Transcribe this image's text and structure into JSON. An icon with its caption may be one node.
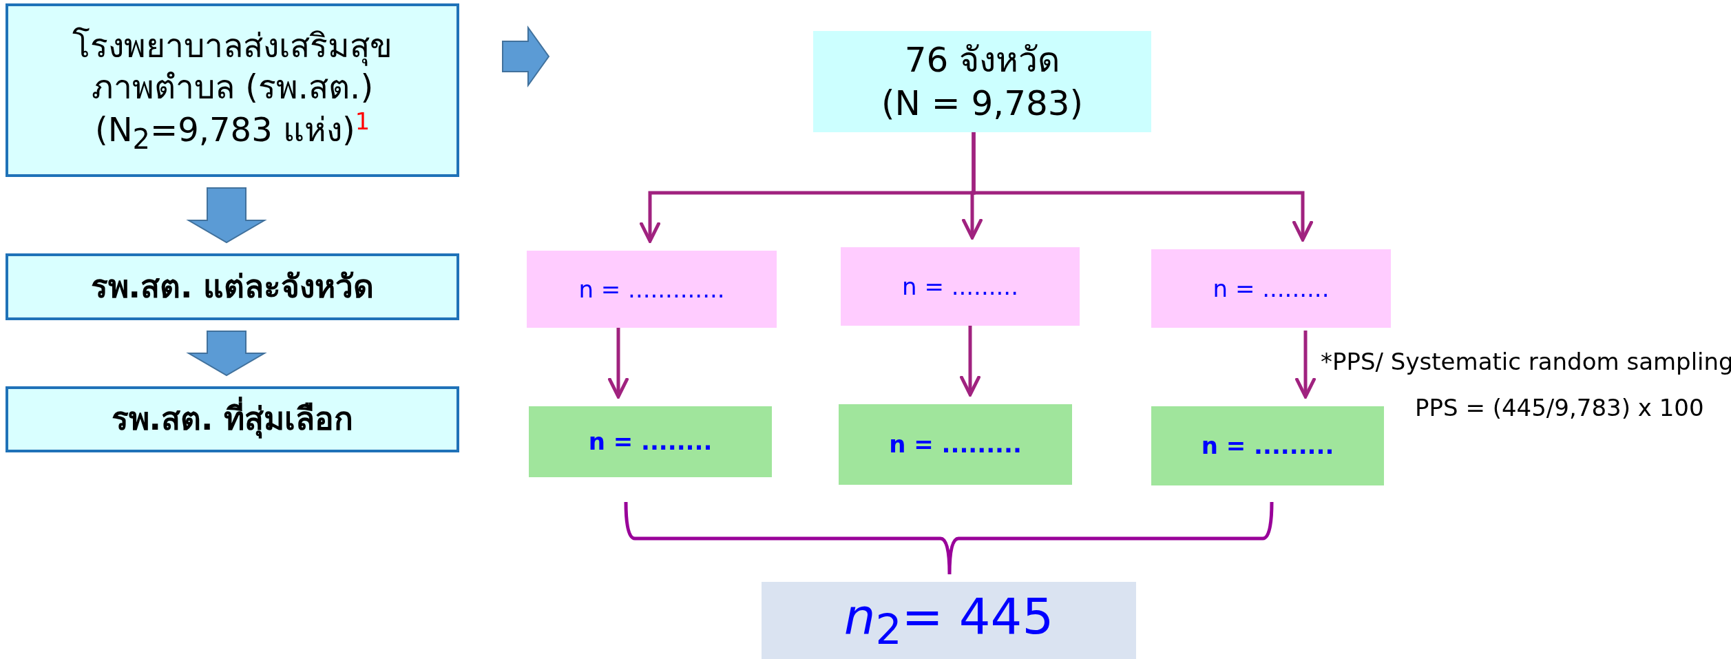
{
  "diagram": {
    "nodes": [
      {
        "text": [
          "โรงพยาบาลส่งเสริมสุขภาพตำบล (รพ.สต.) (N$_{2}$=9,783 แห่ง)$^{1}$"
        ]
      },
      {
        "text": [
          "รพ.สต. แต่ละจังหวัด"
        ]
      },
      {
        "text": [
          "รพ.สต. ที่สุ่มเลือก"
        ]
      },
      {
        "text": [
          "76 จังหวัด (N = 9,783)"
        ]
      },
      {
        "text": [
          "n = ............."
        ]
      },
      {
        "text": [
          "n = ........."
        ]
      },
      {
        "text": [
          "n = ........."
        ]
      },
      {
        "text": [
          "n = ........"
        ]
      },
      {
        "text": [
          "n = ........."
        ]
      },
      {
        "text": [
          "n = ........."
        ]
      },
      {
        "text": [
          "*n*$_{2}$= 445"
        ]
      }
    ],
    "edges": [
      {
        "from": 0,
        "to": 1,
        "arrow": "to",
        "style": "thick",
        "color": "#5b9bd5"
      },
      {
        "from": 1,
        "to": 2,
        "arrow": "to",
        "style": "thick",
        "color": "#5b9bd5"
      },
      {
        "from": 3,
        "to": 4,
        "arrow": "to"
      },
      {
        "from": 3,
        "to": 5,
        "arrow": "to"
      },
      {
        "from": 3,
        "to": 6,
        "arrow": "to"
      },
      {
        "from": 4,
        "to": 7,
        "arrow": "to"
      },
      {
        "from": 5,
        "to": 8,
        "arrow": "to"
      },
      {
        "from": 6,
        "to": 9,
        "arrow": "to"
      }
    ],
    "labels": [
      "*PPS/ Systematic random sampling",
      "PPS = (445/9,783) x 100"
    ]
  }
}
